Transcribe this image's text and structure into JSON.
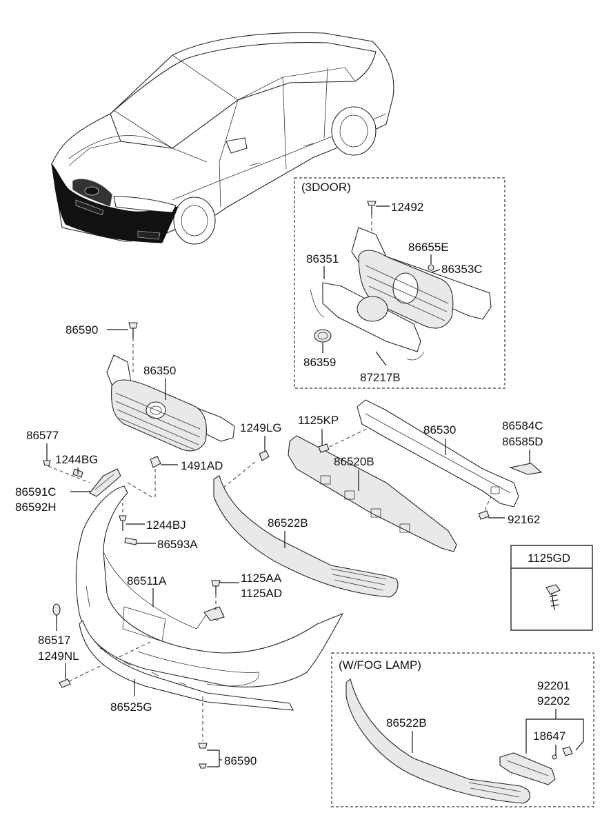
{
  "groups": {
    "three_door": "(3DOOR)",
    "fog_lamp": "(W/FOG LAMP)"
  },
  "inset_box": {
    "label": "1125GD"
  },
  "labels": {
    "p12492": "12492",
    "p86655E": "86655E",
    "p86351": "86351",
    "p86353C": "86353C",
    "p86359": "86359",
    "p87217B": "87217B",
    "p86590_top": "86590",
    "p86350": "86350",
    "p86577": "86577",
    "p1244BG": "1244BG",
    "p86591C": "86591C",
    "p86592H": "86592H",
    "p1491AD": "1491AD",
    "p1244BJ": "1244BJ",
    "p86593A": "86593A",
    "p1249LG": "1249LG",
    "p1125KP": "1125KP",
    "p86530": "86530",
    "p86584C": "86584C",
    "p86585D": "86585D",
    "p86520B": "86520B",
    "p92162": "92162",
    "p86522B": "86522B",
    "p86511A": "86511A",
    "p1125AA": "1125AA",
    "p1125AD": "1125AD",
    "p86517": "86517",
    "p1249NL": "1249NL",
    "p86525G": "86525G",
    "p86590_bot": "86590",
    "p86522B_fog": "86522B",
    "p92201": "92201",
    "p92202": "92202",
    "p18647": "18647"
  }
}
